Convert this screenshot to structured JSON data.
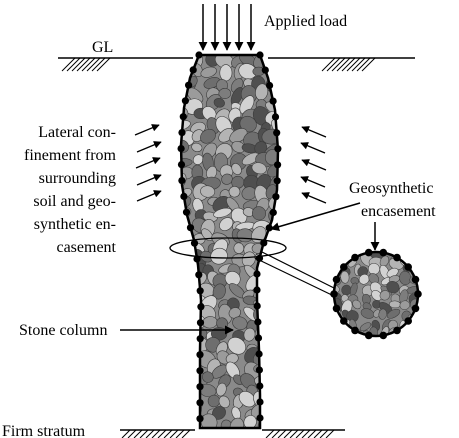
{
  "labels": {
    "applied_load": "Applied load",
    "ground_level": "GL",
    "lateral_line1": "Lateral con-",
    "lateral_line2": "finement from",
    "lateral_line3": "surrounding",
    "lateral_line4": "soil and geo-",
    "lateral_line5": "synthetic en-",
    "lateral_line6": "casement",
    "encasement_line1": "Geosynthetic",
    "encasement_line2": "encasement",
    "stone_column": "Stone column",
    "firm_stratum": "Firm stratum"
  },
  "colors": {
    "line": "#000000",
    "stone_fill": "#8a8a8a",
    "stone_dark": "#4f4f4f",
    "stone_light": "#d2d2d2",
    "background": "#ffffff"
  },
  "icons": {
    "load_arrows": "down-arrow-icon",
    "confinement_arrows": "diagonal-arrow-icon",
    "hatching": "ground-hatch-icon",
    "encasement_beads": "filled-circle-icon"
  }
}
